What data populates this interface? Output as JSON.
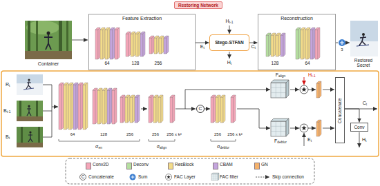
{
  "diagram": {
    "nodes": [
      {
        "text": [
          "Restoring Network"
        ]
      },
      {
        "text": [
          "Feature Extraction"
        ]
      },
      {
        "text": [
          "Stego-STFAN"
        ]
      },
      {
        "text": [
          "Reconstruction"
        ]
      },
      {
        "text": [
          "C"
        ]
      },
      {
        "text": [
          "Concatenate"
        ]
      },
      {
        "text": [
          "Conv"
        ]
      }
    ],
    "edges": [
      {
        "from": 1,
        "to": 2,
        "arrow": "to",
        "label": "Et"
      },
      {
        "from": 2,
        "to": 3,
        "arrow": "to",
        "label": "Ct"
      },
      {
        "from": 5,
        "to": 6,
        "arrow": "to"
      }
    ],
    "labels": [
      "Container",
      "64",
      "128",
      "256",
      "Ht-1",
      "Ht",
      "128",
      "64",
      "3",
      "Restored Secret",
      "Rt",
      "Bt-1",
      "Bt",
      "64",
      "128",
      "256",
      "256",
      "256 x k²",
      "256",
      "256 x k²",
      "σen",
      "σalign",
      "σdeblur",
      "Falign",
      "Ht-1",
      "Fdeblur",
      "Et",
      "Ct",
      "Ht",
      "C"
    ],
    "legend": [
      {
        "text": "Conv2D",
        "color": "#f4a6b8"
      },
      {
        "text": "Deconv",
        "color": "#b5dfa0"
      },
      {
        "text": "ResBlock",
        "color": "#f3dc8a"
      },
      {
        "text": "CBAM",
        "color": "#c4a5dd"
      },
      {
        "text": "GN",
        "color": "#f5b26b"
      },
      {
        "text": "Concatenate"
      },
      {
        "text": "Sum"
      },
      {
        "text": "FAC Layer"
      },
      {
        "text": "FAC filter"
      },
      {
        "text": "Skip connection"
      }
    ]
  }
}
